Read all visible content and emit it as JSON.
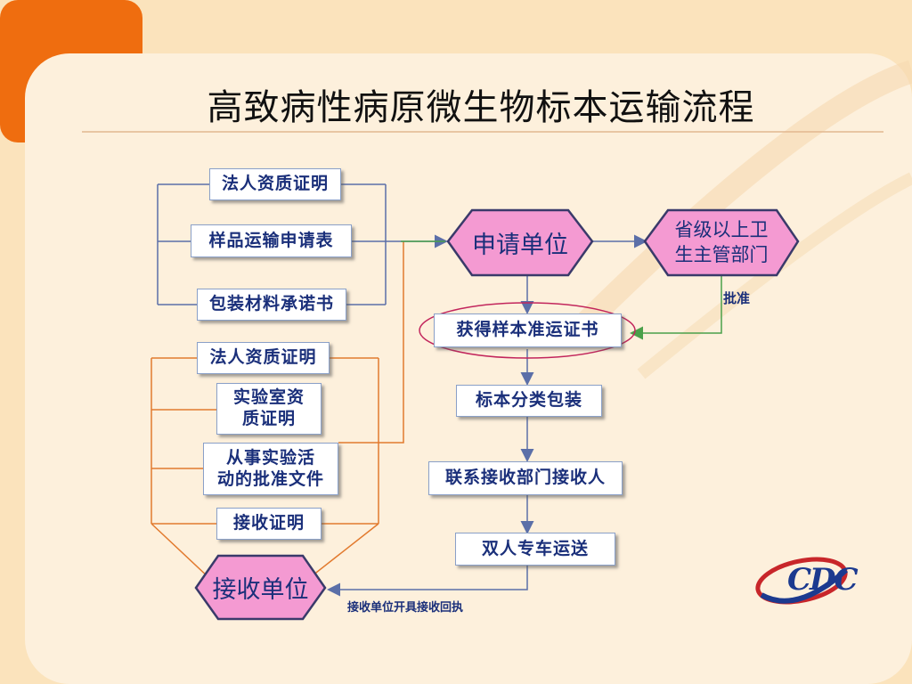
{
  "title": "高致病性病原微生物标本运输流程",
  "colors": {
    "accent_orange": "#ef6d0f",
    "background": "#fbe3bc",
    "panel": "#fdf0dc",
    "box_text": "#1a2f7a",
    "hex_fill": "#f49ad2",
    "line_blue": "#5b6fa8",
    "line_orange": "#e27a2e",
    "line_green": "#4aa04a",
    "ellipse": "#c2255c"
  },
  "applicant_docs": [
    "法人资质证明",
    "样品运输申请表",
    "包装材料承诺书"
  ],
  "receiver_docs": [
    "法人资质证明",
    "实验室资\n质证明",
    "从事实验活\n动的批准文件",
    "接收证明"
  ],
  "nodes": {
    "applicant": "申请单位",
    "authority": "省级以上卫\n生主管部门",
    "permit": "获得样本准运证书",
    "packaging": "标本分类包装",
    "contact": "联系接收部门接收人",
    "transport": "双人专车运送",
    "receiver": "接收单位"
  },
  "notes": {
    "approval": "批准",
    "receipt": "接收单位开具接收回执"
  },
  "logo": {
    "icon": "cdc-logo-icon",
    "text": "CDC"
  }
}
